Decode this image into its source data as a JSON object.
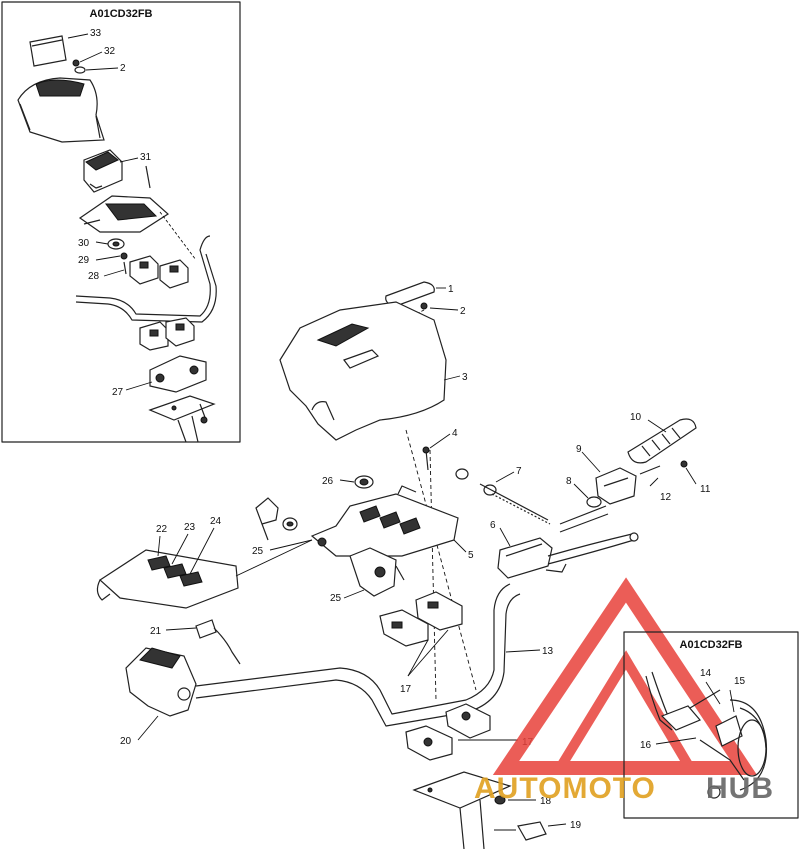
{
  "insets": [
    {
      "code": "A01CD32FB"
    },
    {
      "code": "A01CD32FB"
    }
  ],
  "callouts": {
    "n1": "1",
    "n2": "2",
    "n3": "3",
    "n4": "4",
    "n5": "5",
    "n6": "6",
    "n7": "7",
    "n8": "8",
    "n9": "9",
    "n10": "10",
    "n11": "11",
    "n12": "12",
    "n13": "13",
    "n14": "14",
    "n15": "15",
    "n16": "16",
    "n17a": "17",
    "n17b": "17",
    "n18": "18",
    "n19": "19",
    "n20": "20",
    "n21": "21",
    "n22": "22",
    "n23": "23",
    "n24": "24",
    "n25a": "25",
    "n25b": "25",
    "n26": "26",
    "n27": "27",
    "n28": "28",
    "n29": "29",
    "n30": "30",
    "n31": "31",
    "n32": "32",
    "i2": "2",
    "n33": "33"
  },
  "watermark": {
    "part1": "AUTOMOTO",
    "part2": "HUB",
    "color_red": "#e8413a",
    "color_gold": "#e0a020"
  }
}
